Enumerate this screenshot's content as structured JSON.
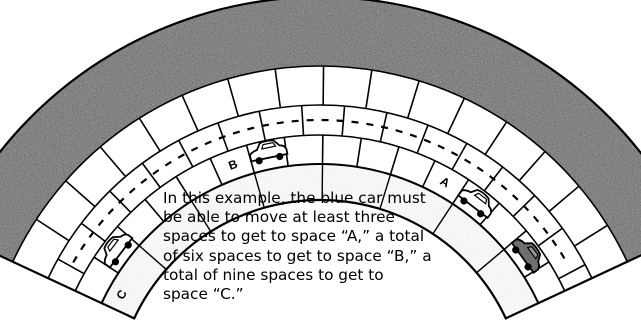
{
  "diagram": {
    "space_labels": {
      "a": "A",
      "b": "B",
      "c": "C"
    },
    "caption_lines": [
      "In this example, the blue car must",
      "be able to move at least three",
      "spaces to get to space “A,” a total",
      "of six spaces to get to space “B,” a",
      "total of nine spaces to get to",
      "space “C.”"
    ]
  }
}
